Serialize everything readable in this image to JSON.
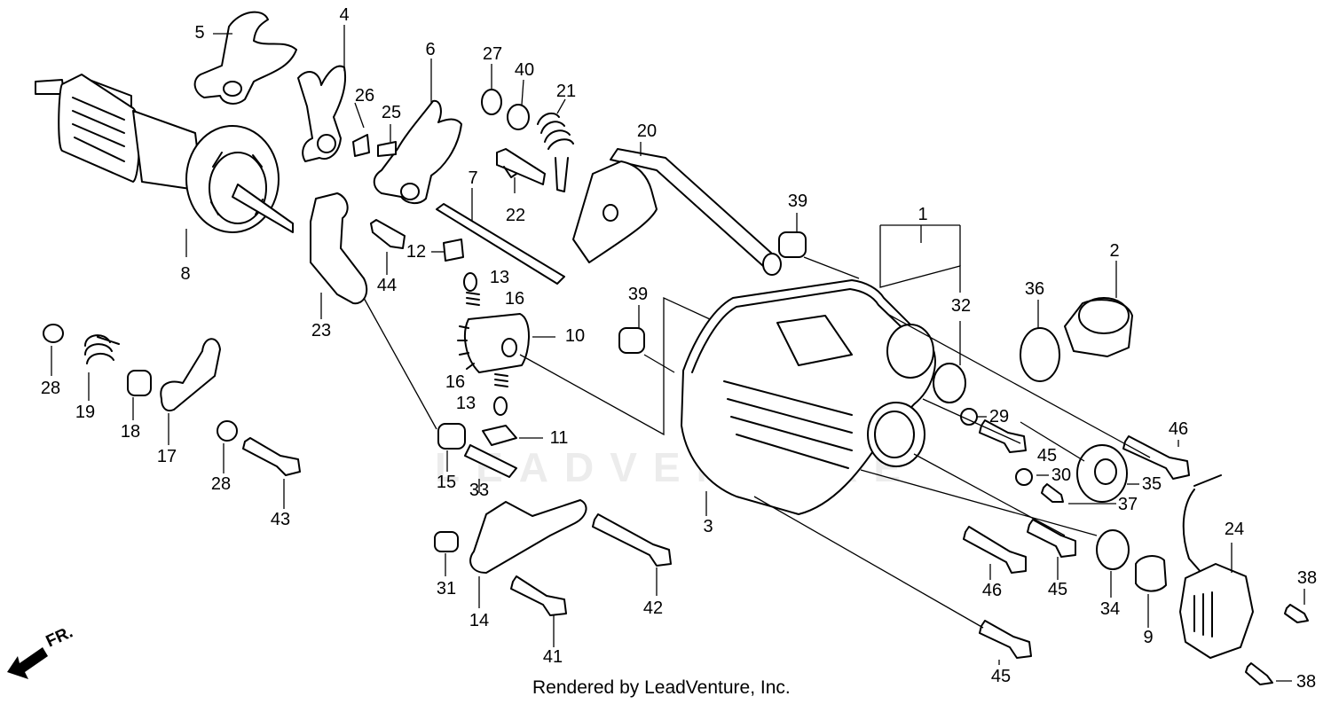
{
  "diagram": {
    "watermark": "LEADVENTURE",
    "credit": "Rendered by LeadVenture, Inc.",
    "direction_label": "FR.",
    "callouts": [
      "1",
      "2",
      "3",
      "4",
      "5",
      "6",
      "7",
      "8",
      "9",
      "10",
      "11",
      "12",
      "13",
      "13",
      "14",
      "15",
      "16",
      "16",
      "17",
      "18",
      "19",
      "20",
      "21",
      "22",
      "23",
      "24",
      "25",
      "26",
      "27",
      "28",
      "28",
      "29",
      "30",
      "31",
      "32",
      "33",
      "34",
      "35",
      "36",
      "37",
      "38",
      "38",
      "39",
      "39",
      "40",
      "41",
      "42",
      "43",
      "44",
      "45",
      "45",
      "45",
      "46",
      "46"
    ]
  }
}
